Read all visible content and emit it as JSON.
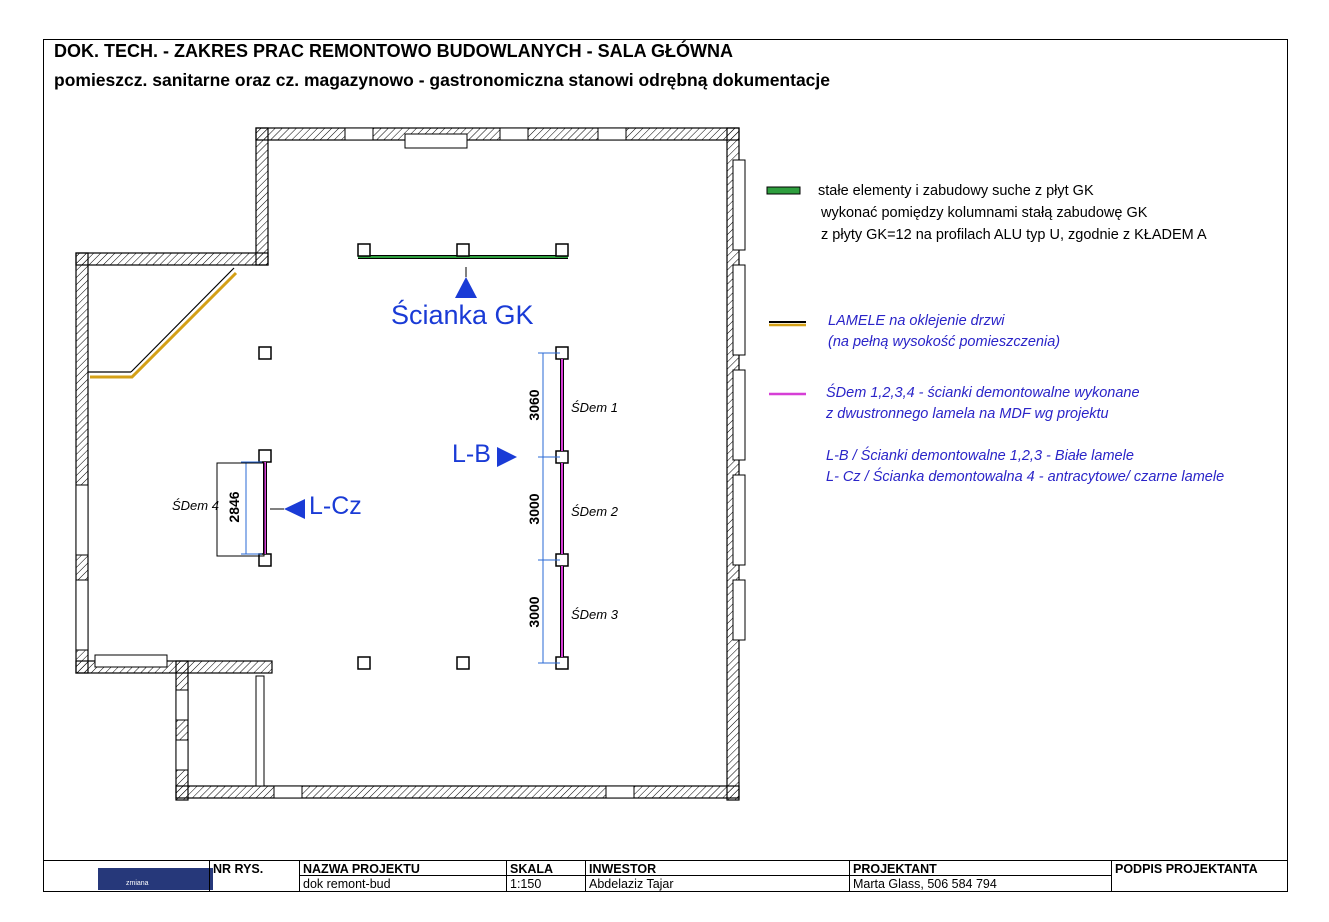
{
  "title": {
    "line1": "DOK. TECH. - ZAKRES PRAC REMONTOWO BUDOWLANYCH - SALA GŁÓWNA",
    "line2": "pomieszcz. sanitarne oraz cz. magazynowo - gastronomiczna stanowi odrębną dokumentacje"
  },
  "legend": {
    "gk_line1": "stałe elementy i zabudowy suche z płyt GK",
    "gk_line2": "wykonać pomiędzy kolumnami stałą zabudowę GK",
    "gk_line3": "z płyty GK=12 na profilach ALU typ U, zgodnie z KŁADEM A",
    "lamele_line1": "LAMELE na oklejenie drzwi",
    "lamele_line2": "(na pełną wysokość pomieszczenia)",
    "sdem_line1": "ŚDem 1,2,3,4 - ścianki demontowalne wykonane",
    "sdem_line2": "z dwustronnego lamela na MDF wg projektu",
    "lb_note": "L-B / Ścianki demontowalne 1,2,3 - Białe lamele",
    "lcz_note": "L- Cz / Ścianka demontowalna 4 - antracytowe/ czarne lamele",
    "colors": {
      "gk": "#2e9e3e",
      "lamele": "#d4a017",
      "sdem": "#d63fd6",
      "note_text": "#2a24c8",
      "marker": "#1a3bd6"
    }
  },
  "plan": {
    "gk_label": "Ścianka GK",
    "lb_label": "L-B",
    "lcz_label": "L-Cz",
    "sdem": [
      {
        "label": "ŚDem 1",
        "dimension": "3060"
      },
      {
        "label": "ŚDem 2",
        "dimension": "3000"
      },
      {
        "label": "ŚDem 3",
        "dimension": "3000"
      },
      {
        "label": "ŚDem 4",
        "dimension": "2846"
      }
    ]
  },
  "title_block": {
    "logo_text": "zmiana",
    "nr_rys_label": "NR RYS.",
    "nr_rys_value": "",
    "project_label": "NAZWA PROJEKTU",
    "project_value": "dok remont-bud",
    "scale_label": "SKALA",
    "scale_value": "1:150",
    "investor_label": "INWESTOR",
    "investor_value": "Abdelaziz Tajar",
    "designer_label": "PROJEKTANT",
    "designer_value": "Marta Glass, 506 584 794",
    "signature_label": "PODPIS PROJEKTANTA"
  }
}
